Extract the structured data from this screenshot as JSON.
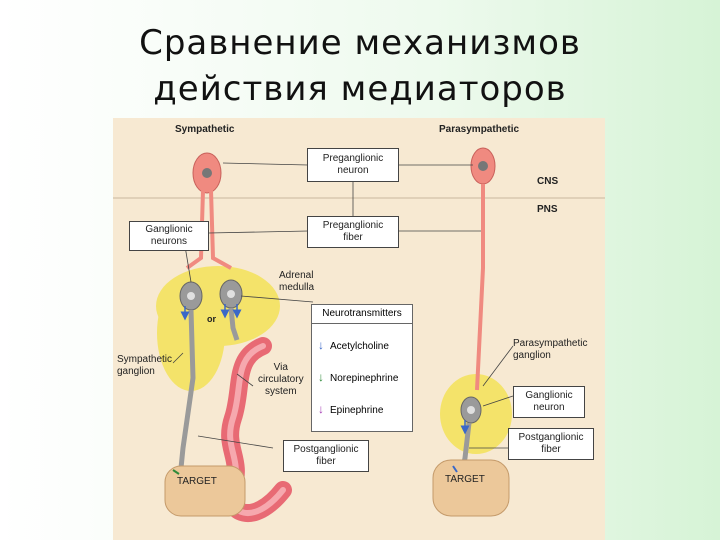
{
  "title": {
    "line1": "Сравнение механизмов",
    "line2": "действия медиаторов"
  },
  "figure": {
    "sympathetic": "Sympathetic",
    "parasympathetic": "Parasympathetic",
    "cns": "CNS",
    "pns": "PNS",
    "preganglionic_neuron": [
      "Preganglionic",
      "neuron"
    ],
    "preganglionic_fiber": [
      "Preganglionic",
      "fiber"
    ],
    "ganglionic_neurons": [
      "Ganglionic",
      "neurons"
    ],
    "adrenal_medulla": [
      "Adrenal",
      "medulla"
    ],
    "or": "or",
    "sympathetic_ganglion": [
      "Sympathetic",
      "ganglion"
    ],
    "via_circulatory": [
      "Via",
      "circulatory",
      "system"
    ],
    "neurotransmitters": {
      "title": "Neurotransmitters",
      "items": [
        "Acetylcholine",
        "Norepinephrine",
        "Epinephrine"
      ]
    },
    "parasympathetic_ganglion": [
      "Parasympathetic",
      "ganglion"
    ],
    "ganglionic_neuron": [
      "Ganglionic",
      "neuron"
    ],
    "postganglionic_fiber_right": [
      "Postganglionic",
      "fiber"
    ],
    "postganglionic_fiber_left": [
      "Postganglionic",
      "fiber"
    ],
    "target_left": "TARGET",
    "target_right": "TARGET"
  },
  "colors": {
    "acetylcholine": "#3a68c8",
    "norepinephrine": "#2f8a3a",
    "epinephrine": "#a43cb4",
    "neuron_pink": "#f08a80",
    "ganglion_yellow": "#f4e36a",
    "vessel": "#e86a74"
  }
}
